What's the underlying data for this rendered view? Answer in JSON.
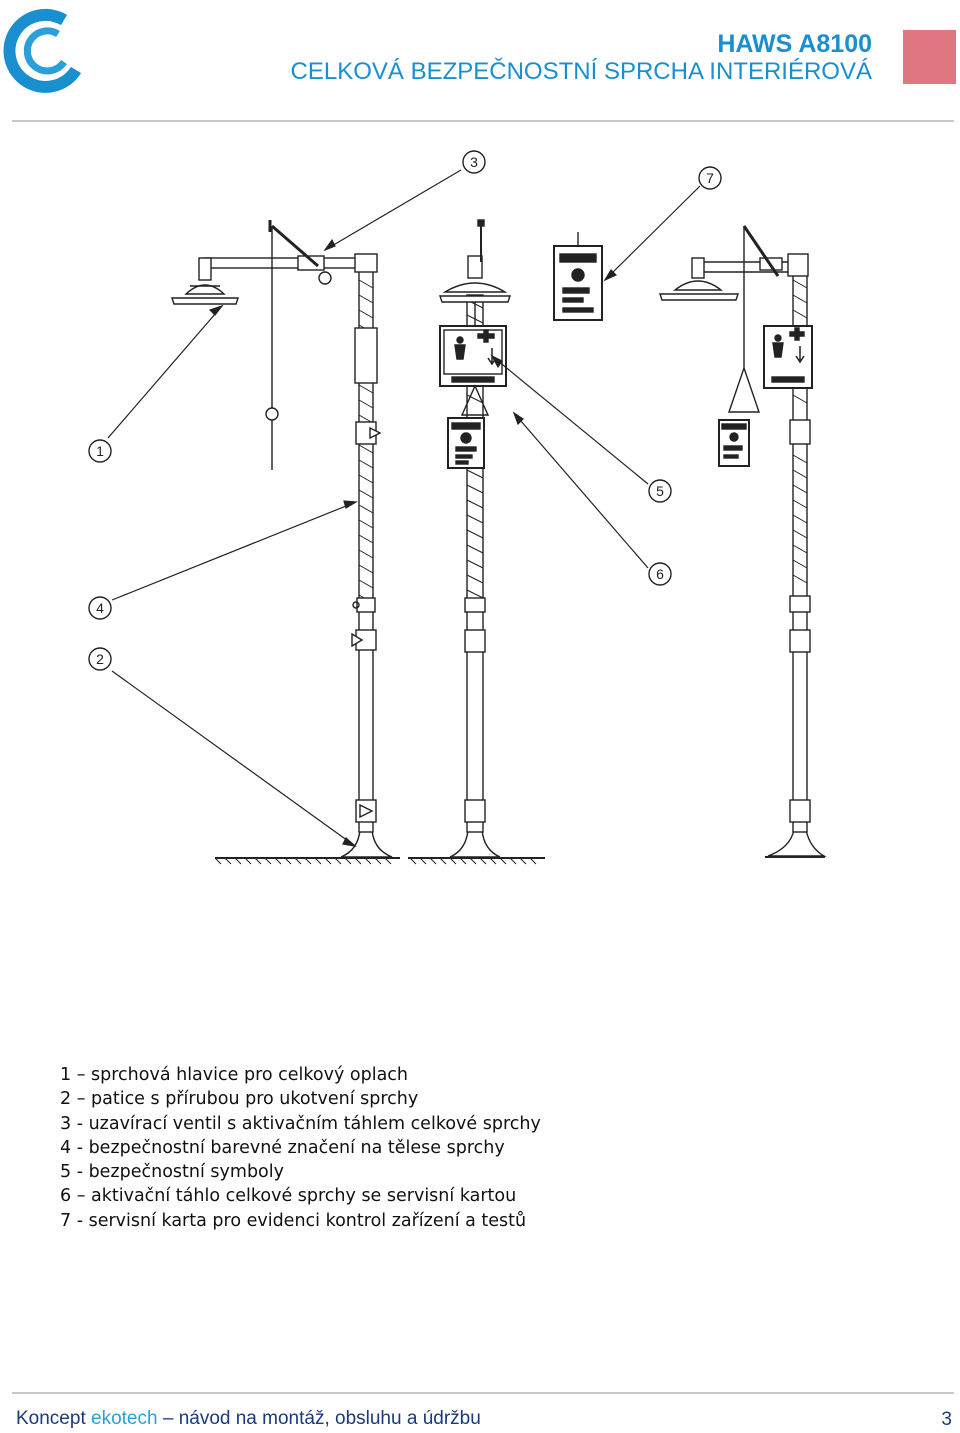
{
  "header": {
    "model": "HAWS A8100",
    "subtitle": "CELKOVÁ BEZPEČNOSTNÍ SPRCHA INTERIÉROVÁ",
    "logo_icon": "c-logo-icon",
    "accent_color": "#1a8fd0",
    "tab_color": "#e07680"
  },
  "callouts": [
    "1",
    "2",
    "3",
    "4",
    "5",
    "6",
    "7"
  ],
  "legend": [
    "1 – sprchová hlavice pro celkový oplach",
    "2 – patice s přírubou pro ukotvení sprchy",
    "3 - uzavírací ventil s aktivačním táhlem celkové sprchy",
    "4 - bezpečnostní barevné značení na tělese sprchy",
    "5 - bezpečnostní symboly",
    "6 – aktivační táhlo celkové sprchy se servisní kartou",
    "7 - servisní karta pro evidenci kontrol zařízení a testů"
  ],
  "footer": {
    "word1": "Koncept",
    "word2": "ekotech",
    "rest": "– návod na montáž, obsluhu a údržbu",
    "page": "3"
  }
}
